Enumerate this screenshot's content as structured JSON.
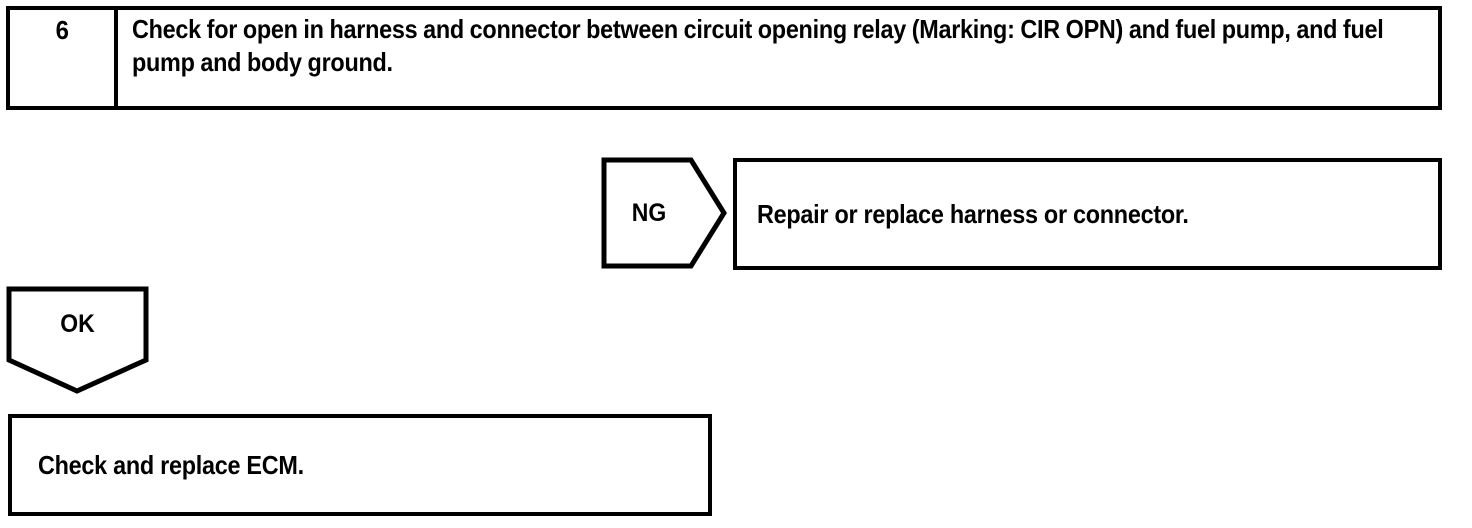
{
  "document": {
    "type": "automotive-diagnostic-flowchart",
    "background_color": "#ffffff",
    "line_color": "#000000"
  },
  "step_table": {
    "step_number": "6",
    "instruction": "Check for open in harness and connector between circuit opening relay (Marking: CIR OPN) and fuel pump, and fuel pump and body ground."
  },
  "branches": [
    {
      "label": "NG",
      "shape": "right-pointing-pentagon",
      "result_box": "Repair or replace harness or connector."
    },
    {
      "label": "OK",
      "shape": "down-pointing-pentagon",
      "result_box": "Check and replace ECM."
    }
  ],
  "ng_branch": {
    "connector_label": "NG",
    "action_text": "Repair or replace harness or connector."
  },
  "ok_branch": {
    "connector_label": "OK",
    "action_text": "Check and replace ECM."
  }
}
